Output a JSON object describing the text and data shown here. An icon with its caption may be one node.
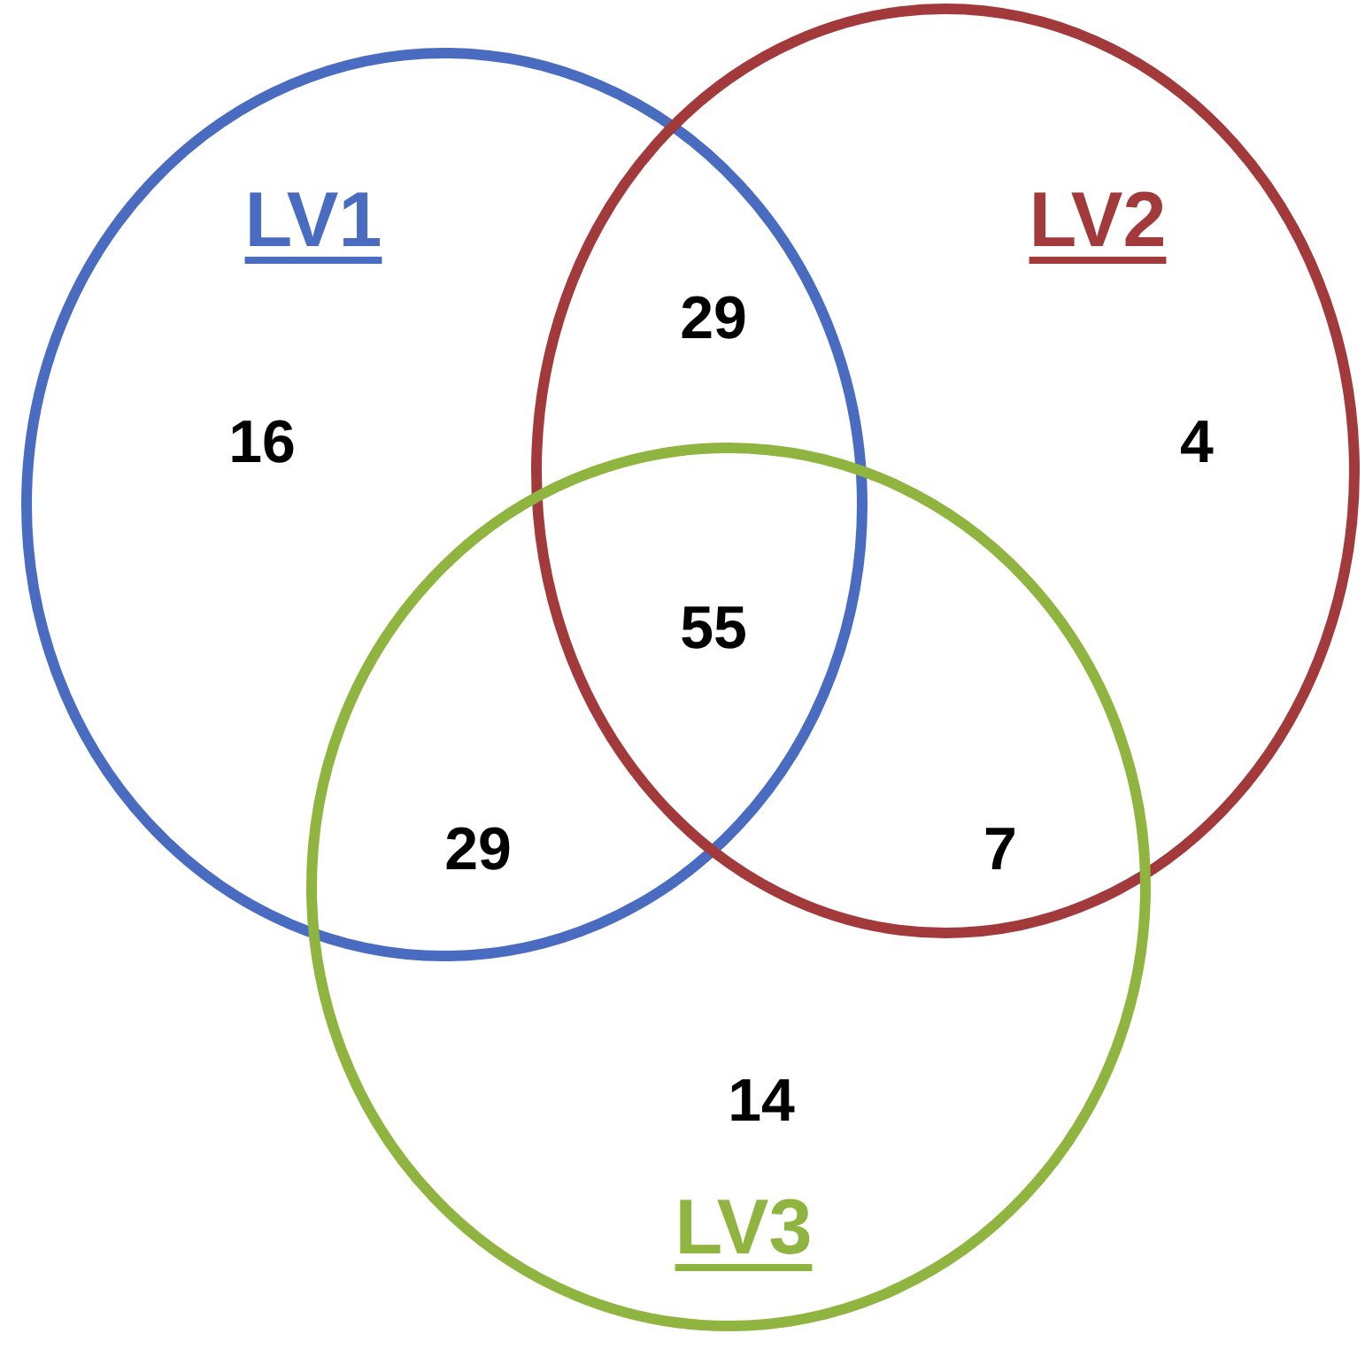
{
  "diagram": {
    "nodes": [
      {
        "text": [
          "LV1"
        ]
      },
      {
        "text": [
          "LV2"
        ]
      },
      {
        "text": [
          "LV3"
        ]
      }
    ],
    "labels": [
      "29",
      "16",
      "4",
      "55",
      "29",
      "7",
      "14"
    ]
  }
}
